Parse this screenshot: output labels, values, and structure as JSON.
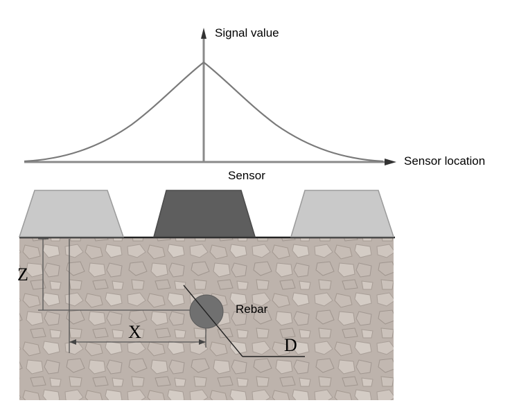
{
  "labels": {
    "signal_value": "Signal value",
    "sensor_location": "Sensor location",
    "sensor": "Sensor",
    "rebar": "Rebar",
    "z": "Z",
    "x": "X",
    "d": "D"
  },
  "colors": {
    "axis": "#8a8a8a",
    "curve": "#7a7a7a",
    "sensor_active": "#5e5e5e",
    "sensor_inactive": "#c9c9c9",
    "concrete": "#b9afa8",
    "rebar": "#707070"
  },
  "sensors": [
    {
      "name": "sensor-left",
      "active": false
    },
    {
      "name": "sensor-center",
      "active": true
    },
    {
      "name": "sensor-right",
      "active": false
    }
  ]
}
